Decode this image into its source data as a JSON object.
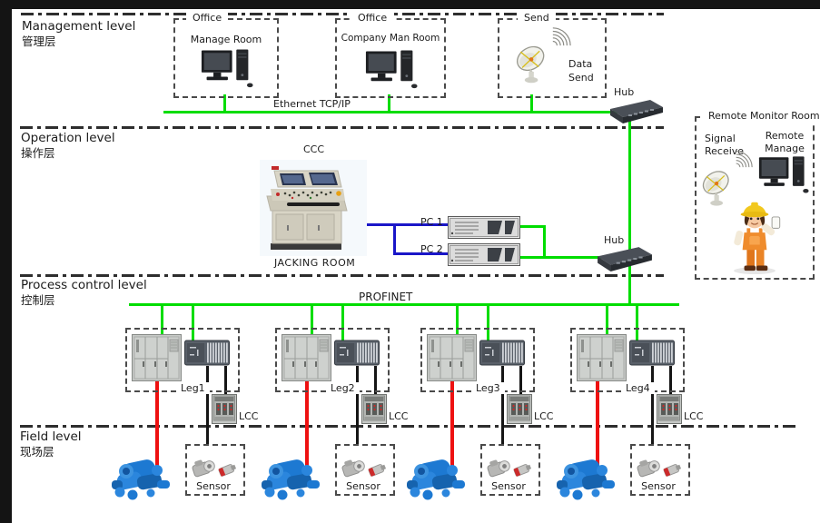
{
  "levels": {
    "management": {
      "en": "Management level",
      "zh": "管理层"
    },
    "operation": {
      "en": "Operation level",
      "zh": "操作层"
    },
    "process": {
      "en": "Process control level",
      "zh": "控制层"
    },
    "field": {
      "en": "Field level",
      "zh": "现场层"
    }
  },
  "management": {
    "office1": {
      "tag": "Office",
      "room": "Manage Room"
    },
    "office2": {
      "tag": "Office",
      "room": "Company Man Room"
    },
    "send": {
      "tag": "Send",
      "caption": "Data Send"
    },
    "hub": "Hub",
    "ethernet": "Ethernet TCP/IP"
  },
  "remote": {
    "title": "Remote Monitor Room",
    "signal_receive": "Signal Receive",
    "remote_manage": "Remote Manage"
  },
  "operation": {
    "console": "CCC",
    "room": "JACKING ROOM",
    "pc1": "PC 1",
    "pc2": "PC 2",
    "hub": "Hub"
  },
  "process": {
    "bus": "PROFINET",
    "legs": [
      "Leg1",
      "Leg2",
      "Leg3",
      "Leg4"
    ],
    "lcc": "LCC"
  },
  "field": {
    "sensor": "Sensor"
  },
  "colors": {
    "network_green": "#00dd00",
    "serial_blue": "#1a16c8",
    "hydraulic_red": "#ee1111",
    "signal_black": "#151515"
  }
}
